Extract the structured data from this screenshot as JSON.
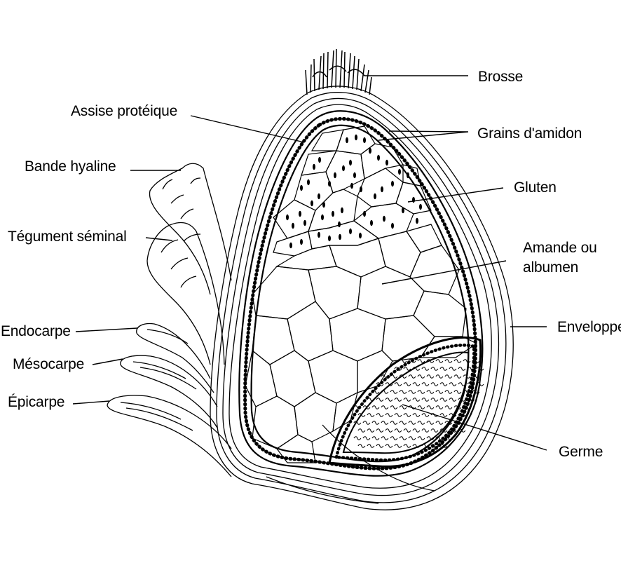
{
  "diagram": {
    "labels": {
      "brosse": "Brosse",
      "assise_proteique": "Assise protéique",
      "grains_amidon": "Grains d'amidon",
      "bande_hyaline": "Bande hyaline",
      "gluten": "Gluten",
      "tegument_seminal": "Tégument séminal",
      "amande_line1": "Amande ou",
      "amande_line2": "albumen",
      "endocarpe": "Endocarpe",
      "enveloppe": "Enveloppe",
      "mesocarpe": "Mésocarpe",
      "epicarpe": "Épicarpe",
      "germe": "Germe"
    },
    "colors": {
      "ink": "#000000",
      "paper": "#ffffff"
    }
  }
}
